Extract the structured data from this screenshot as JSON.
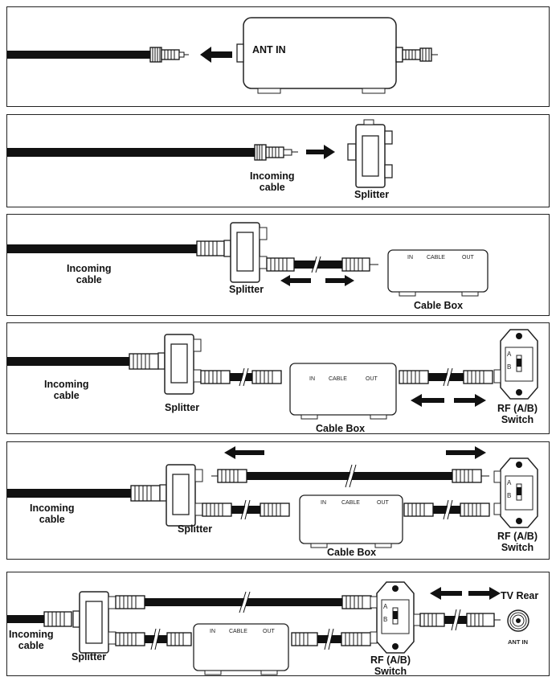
{
  "panels": [
    {
      "id": "step1",
      "labels": {
        "ant_in": "ANT IN"
      }
    },
    {
      "id": "step2",
      "labels": {
        "incoming_cable": "Incoming\ncable",
        "splitter": "Splitter"
      }
    },
    {
      "id": "step3",
      "labels": {
        "incoming_cable": "Incoming\ncable",
        "splitter": "Splitter",
        "cable_box": "Cable Box",
        "box_in": "IN",
        "box_cable": "CABLE",
        "box_out": "OUT"
      }
    },
    {
      "id": "step4",
      "labels": {
        "incoming_cable": "Incoming\ncable",
        "splitter": "Splitter",
        "cable_box": "Cable Box",
        "box_in": "IN",
        "box_cable": "CABLE",
        "box_out": "OUT",
        "rf_switch": "RF (A/B)\nSwitch",
        "switch_a": "A",
        "switch_b": "B"
      }
    },
    {
      "id": "step5",
      "labels": {
        "incoming_cable": "Incoming\ncable",
        "splitter": "Splitter",
        "cable_box": "Cable Box",
        "box_in": "IN",
        "box_cable": "CABLE",
        "box_out": "OUT",
        "rf_switch": "RF (A/B)\nSwitch",
        "switch_a": "A",
        "switch_b": "B"
      }
    },
    {
      "id": "step6",
      "labels": {
        "incoming_cable": "Incoming\ncable",
        "splitter": "Splitter",
        "box_in": "IN",
        "box_cable": "CABLE",
        "box_out": "OUT",
        "rf_switch": "RF (A/B)\nSwitch",
        "switch_a": "A",
        "switch_b": "B",
        "tv_rear": "TV Rear",
        "ant_in": "ANT IN"
      }
    }
  ],
  "colors": {
    "cable": "#111111",
    "outline": "#222222",
    "background": "#ffffff"
  }
}
